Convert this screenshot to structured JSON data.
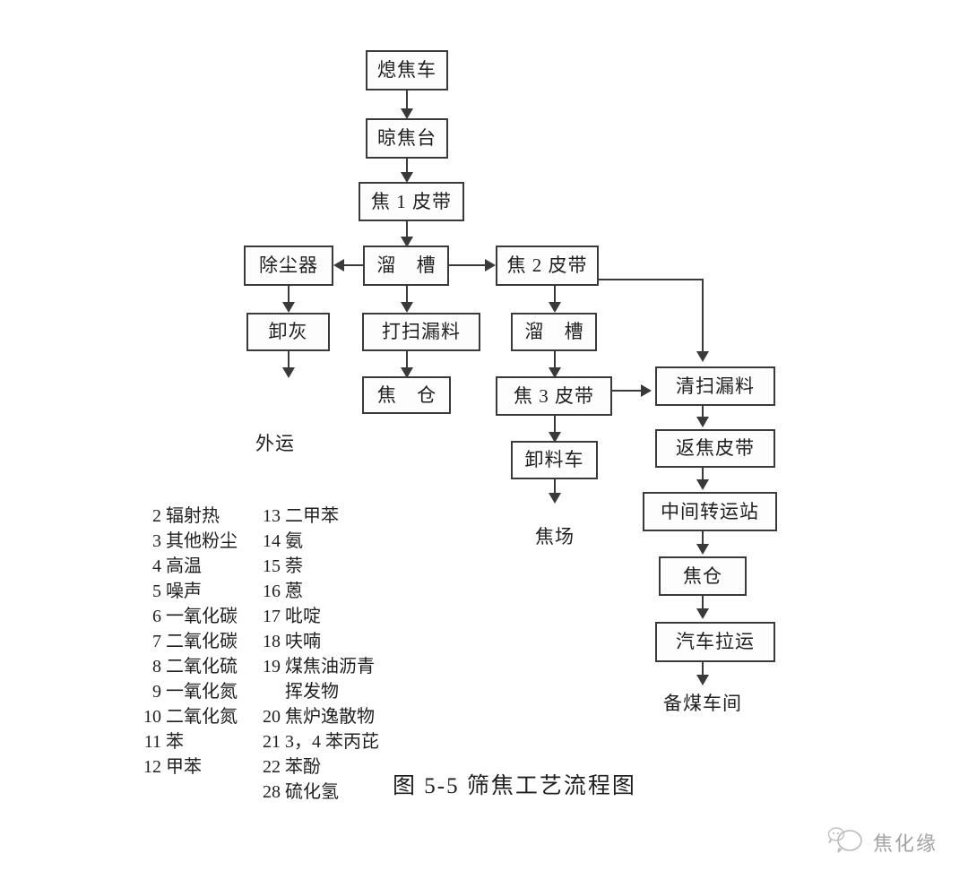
{
  "caption": "图 5-5  筛焦工艺流程图",
  "flow": {
    "nodes": [
      {
        "id": "quenching_car",
        "label": "熄焦车"
      },
      {
        "id": "coke_wharf",
        "label": "晾焦台"
      },
      {
        "id": "coke_belt_1",
        "label": "焦 1 皮带"
      },
      {
        "id": "dust_collector",
        "label": "除尘器"
      },
      {
        "id": "chute_1",
        "label": "溜 槽"
      },
      {
        "id": "coke_belt_2",
        "label": "焦 2 皮带"
      },
      {
        "id": "ash_discharge",
        "label": "卸灰"
      },
      {
        "id": "sweep_spillage",
        "label": "打扫漏料"
      },
      {
        "id": "chute_2",
        "label": "溜 槽"
      },
      {
        "id": "coke_bunker_left",
        "label": "焦 仓"
      },
      {
        "id": "coke_belt_3",
        "label": "焦 3 皮带"
      },
      {
        "id": "clean_spillage",
        "label": "清扫漏料"
      },
      {
        "id": "unloading_car",
        "label": "卸料车"
      },
      {
        "id": "return_belt",
        "label": "返焦皮带"
      },
      {
        "id": "transfer_station",
        "label": "中间转运站"
      },
      {
        "id": "coke_bunker_right",
        "label": "焦仓"
      },
      {
        "id": "truck_haul",
        "label": "汽车拉运"
      }
    ],
    "terminals": [
      {
        "id": "external_transport",
        "label": "外运"
      },
      {
        "id": "coke_yard",
        "label": "焦场"
      },
      {
        "id": "coal_prep_shop",
        "label": "备煤车间"
      }
    ]
  },
  "legend": {
    "column_left": [
      {
        "num": "2",
        "text": "辐射热"
      },
      {
        "num": "3",
        "text": "其他粉尘"
      },
      {
        "num": "4",
        "text": "高温"
      },
      {
        "num": "5",
        "text": "噪声"
      },
      {
        "num": "6",
        "text": "一氧化碳"
      },
      {
        "num": "7",
        "text": "二氧化碳"
      },
      {
        "num": "8",
        "text": "二氧化硫"
      },
      {
        "num": "9",
        "text": "一氧化氮"
      },
      {
        "num": "10",
        "text": "二氧化氮"
      },
      {
        "num": "11",
        "text": "苯"
      },
      {
        "num": "12",
        "text": "甲苯"
      }
    ],
    "column_right": [
      {
        "num": "13",
        "text": "二甲苯"
      },
      {
        "num": "14",
        "text": "氨"
      },
      {
        "num": "15",
        "text": "萘"
      },
      {
        "num": "16",
        "text": "蒽"
      },
      {
        "num": "17",
        "text": "吡啶"
      },
      {
        "num": "18",
        "text": "呋喃"
      },
      {
        "num": "19",
        "text": "煤焦油沥青"
      },
      {
        "num": "",
        "text": "挥发物",
        "continuation": true
      },
      {
        "num": "20",
        "text": "焦炉逸散物"
      },
      {
        "num": "21",
        "text": "3，4 苯丙芘"
      },
      {
        "num": "22",
        "text": "苯酚"
      },
      {
        "num": "28",
        "text": "硫化氢"
      }
    ]
  },
  "watermark": {
    "text": "焦化缘",
    "icon": "chat-bubble-icon"
  },
  "colors": {
    "ink": "#1f1f1f",
    "stroke": "#3a3a3a",
    "background": "#ffffff",
    "watermark": "#6b6b6b"
  }
}
